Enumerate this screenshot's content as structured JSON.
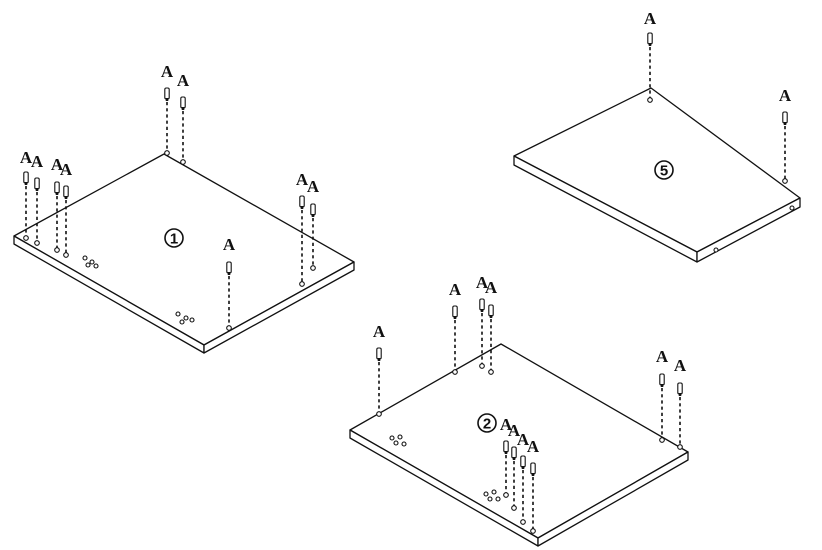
{
  "panels": [
    {
      "id": "panel-1",
      "number": "①",
      "fastener_label": "A"
    },
    {
      "id": "panel-2",
      "number": "②",
      "fastener_label": "A"
    },
    {
      "id": "panel-5",
      "number": "⑤",
      "fastener_label": "A"
    }
  ],
  "fastener": {
    "label": "A"
  }
}
